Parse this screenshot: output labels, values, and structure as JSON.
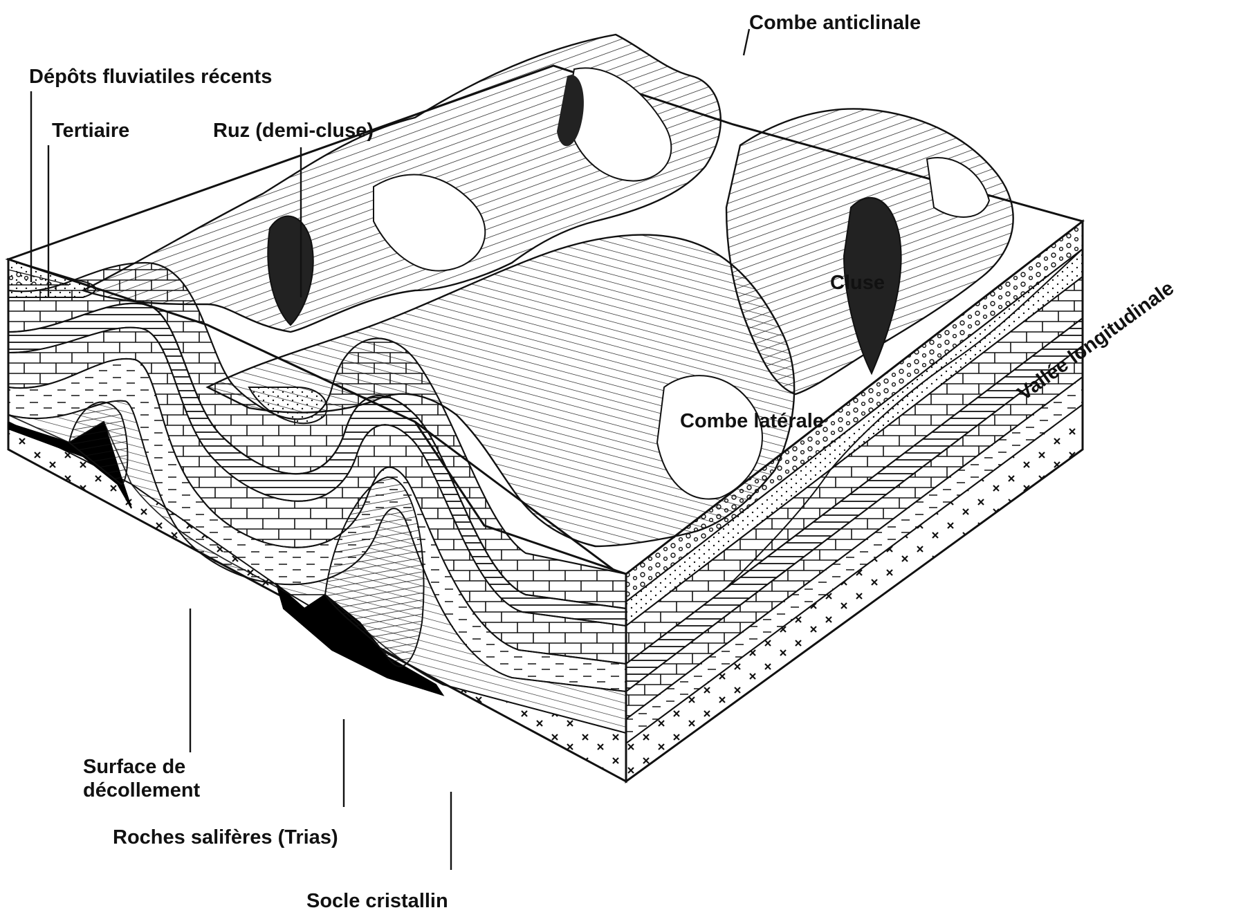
{
  "labels": {
    "combe_anticlinale": "Combe anticlinale",
    "depots_fluviatiles": "Dépôts fluviatiles récents",
    "tertiaire": "Tertiaire",
    "ruz": "Ruz (demi-cluse)",
    "cluse": "Cluse",
    "vallee_longitudinale": "Vallée longitudinale",
    "combe_laterale": "Combe latérale",
    "surface_line1": "Surface de",
    "surface_line2": "décollement",
    "roches_saliferes": "Roches salifères (Trias)",
    "socle_cristallin": "Socle cristallin"
  },
  "colors": {
    "ink": "#111111",
    "paper": "#ffffff",
    "salt_dark": "#000000"
  }
}
